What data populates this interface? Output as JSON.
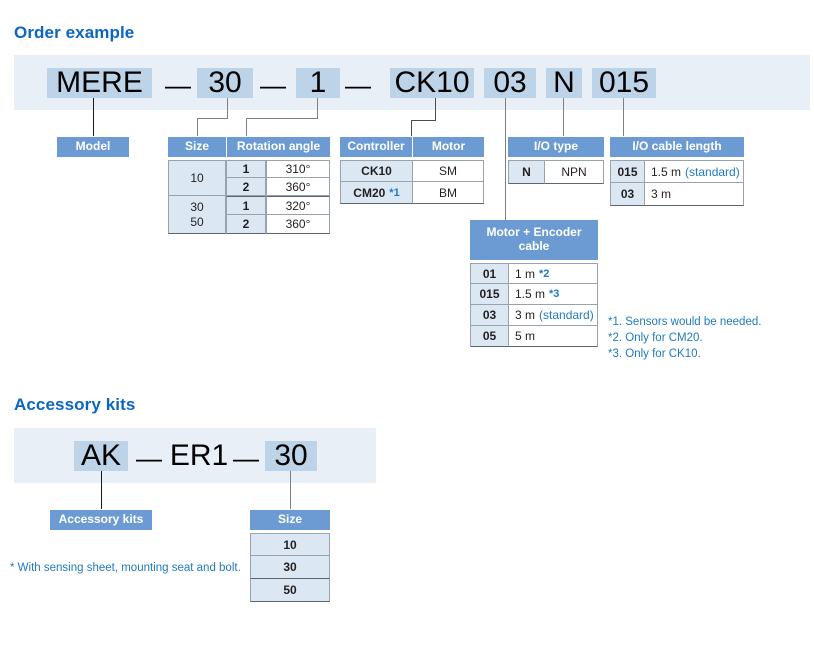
{
  "sections": {
    "order": {
      "title": "Order example"
    },
    "accessory": {
      "title": "Accessory kits"
    }
  },
  "order_code": {
    "tokens": [
      "MERE",
      "30",
      "1",
      "CK10",
      "03",
      "N",
      "015"
    ],
    "separators": [
      "—",
      "—",
      "—"
    ]
  },
  "accessory_code": {
    "tokens": [
      "AK",
      "ER1",
      "30"
    ],
    "separators": [
      "—",
      "—"
    ]
  },
  "labels": {
    "model": "Model",
    "accessory_kits": "Accessory kits",
    "motor_encoder_cable": "Motor + Encoder cable"
  },
  "tables": {
    "size_rotation": {
      "headers": [
        "Size",
        "Rotation angle"
      ],
      "groups": [
        {
          "size": "10",
          "rows": [
            {
              "code": "1",
              "angle": "310°"
            },
            {
              "code": "2",
              "angle": "360°"
            }
          ]
        },
        {
          "size": "30\n50",
          "rows": [
            {
              "code": "1",
              "angle": "320°"
            },
            {
              "code": "2",
              "angle": "360°"
            }
          ]
        }
      ]
    },
    "controller_motor": {
      "headers": [
        "Controller",
        "Motor"
      ],
      "rows": [
        {
          "controller": "CK10",
          "controller_note": "",
          "motor": "SM"
        },
        {
          "controller": "CM20",
          "controller_note": "*1",
          "motor": "BM"
        }
      ]
    },
    "io_type": {
      "headers": [
        "I/O type"
      ],
      "rows": [
        {
          "code": "N",
          "value": "NPN"
        }
      ]
    },
    "io_cable_length": {
      "headers": [
        "I/O cable length"
      ],
      "rows": [
        {
          "code": "015",
          "value": "1.5 m",
          "note": "(standard)"
        },
        {
          "code": "03",
          "value": "3 m",
          "note": ""
        }
      ]
    },
    "motor_encoder_cable": {
      "rows": [
        {
          "code": "01",
          "value": "1 m",
          "note": "*2"
        },
        {
          "code": "015",
          "value": "1.5 m",
          "note": "*3"
        },
        {
          "code": "03",
          "value": "3 m",
          "note": "(standard)"
        },
        {
          "code": "05",
          "value": "5 m",
          "note": ""
        }
      ]
    },
    "accessory_size": {
      "headers": [
        "Size"
      ],
      "rows": [
        "10",
        "30",
        "50"
      ]
    }
  },
  "footnotes": [
    "*1. Sensors would be needed.",
    "*2. Only for CM20.",
    "*3. Only for CK10."
  ],
  "bottom_note": "* With sensing sheet, mounting seat and bolt.",
  "colors": {
    "heading": "#0a66c2",
    "header_blue": "#6b9bd2",
    "code_band": "#e8eff7",
    "code_highlight": "#bdd4e8",
    "key_cell": "#dbe7f3",
    "note_blue": "#1f7ac0"
  }
}
